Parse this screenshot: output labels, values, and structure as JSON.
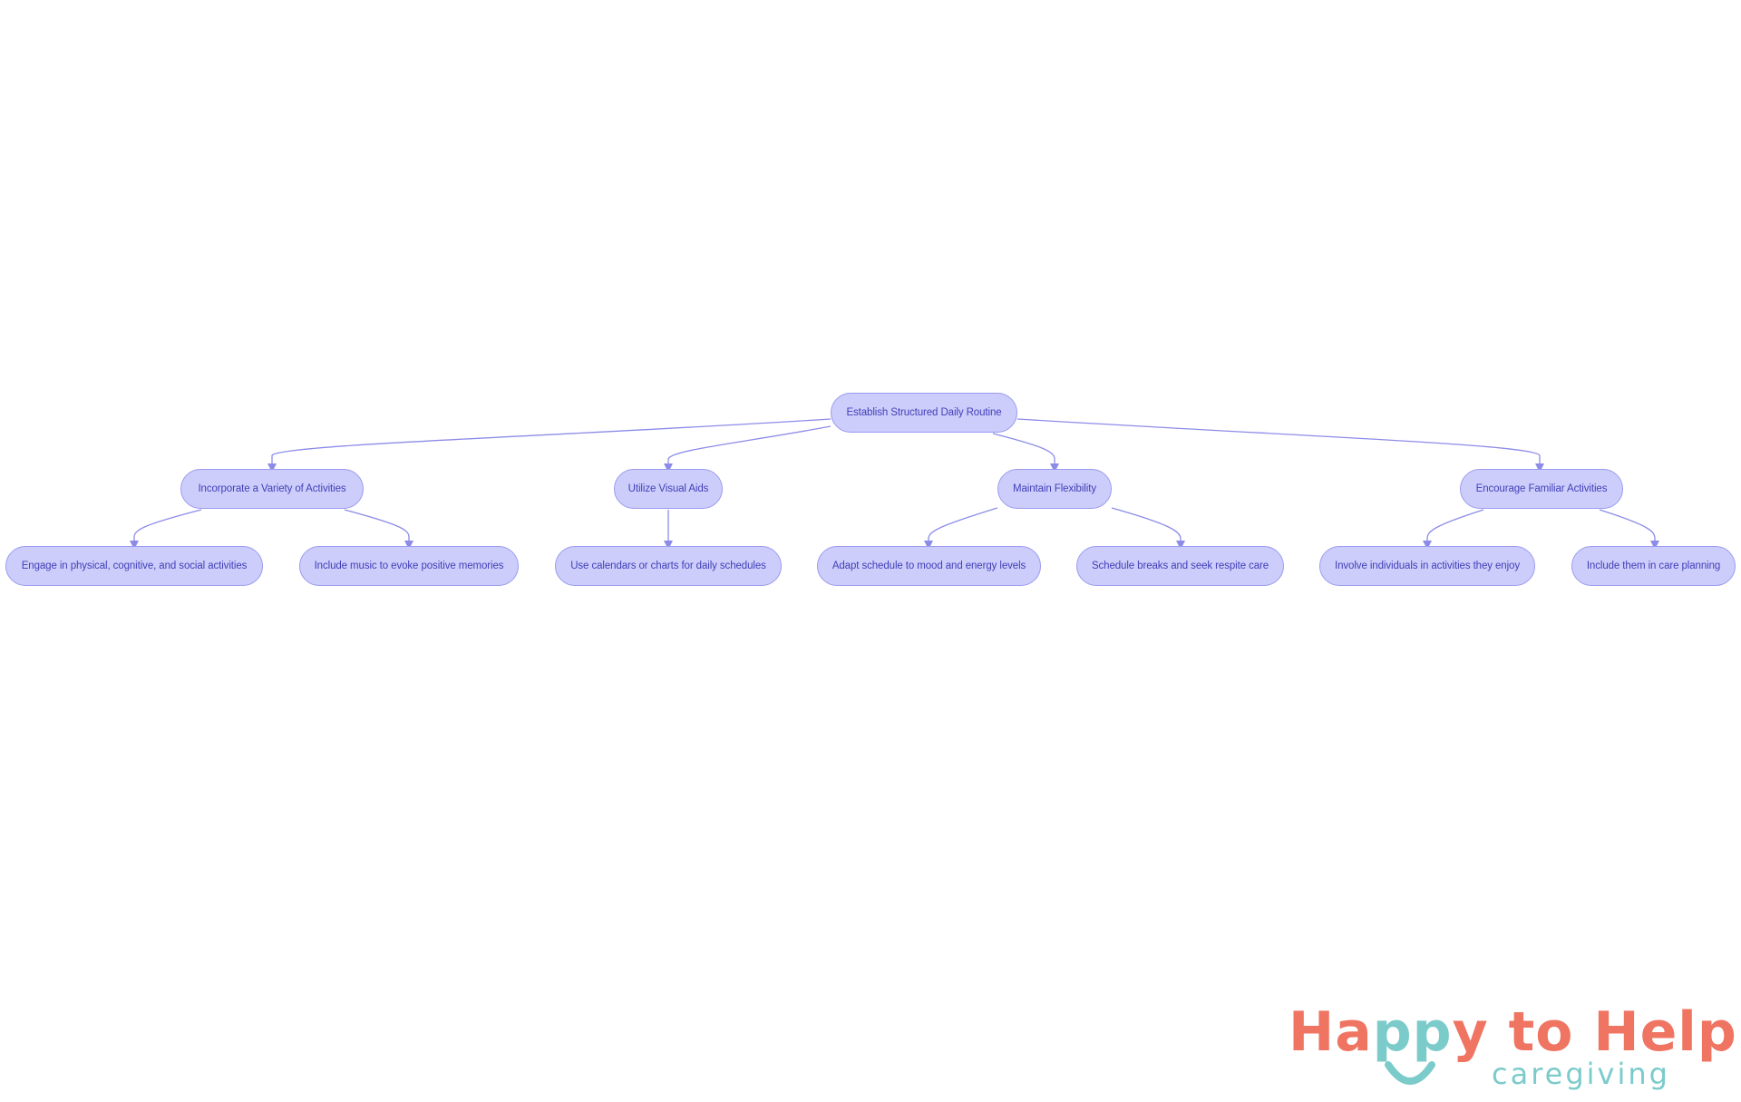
{
  "diagram": {
    "root": "Establish Structured Daily Routine",
    "branches": [
      {
        "label": "Incorporate a Variety of Activities",
        "children": [
          "Engage in physical, cognitive, and social activities",
          "Include music to evoke positive memories"
        ]
      },
      {
        "label": "Utilize Visual Aids",
        "children": [
          "Use calendars or charts for daily schedules"
        ]
      },
      {
        "label": "Maintain Flexibility",
        "children": [
          "Adapt schedule to mood and energy levels",
          "Schedule breaks and seek respite care"
        ]
      },
      {
        "label": "Encourage Familiar Activities",
        "children": [
          "Involve individuals in activities they enjoy",
          "Include them in care planning"
        ]
      }
    ]
  },
  "logo": {
    "part1": "Ha",
    "part2": "pp",
    "part3": "y to Help",
    "sub": "caregiving"
  },
  "colors": {
    "node_fill": "#cdcdfb",
    "node_border": "#9a9bf0",
    "edge": "#8c8ce8",
    "text": "#3f3fb8",
    "logo_coral": "#ef7462",
    "logo_teal": "#7ccbcb"
  }
}
